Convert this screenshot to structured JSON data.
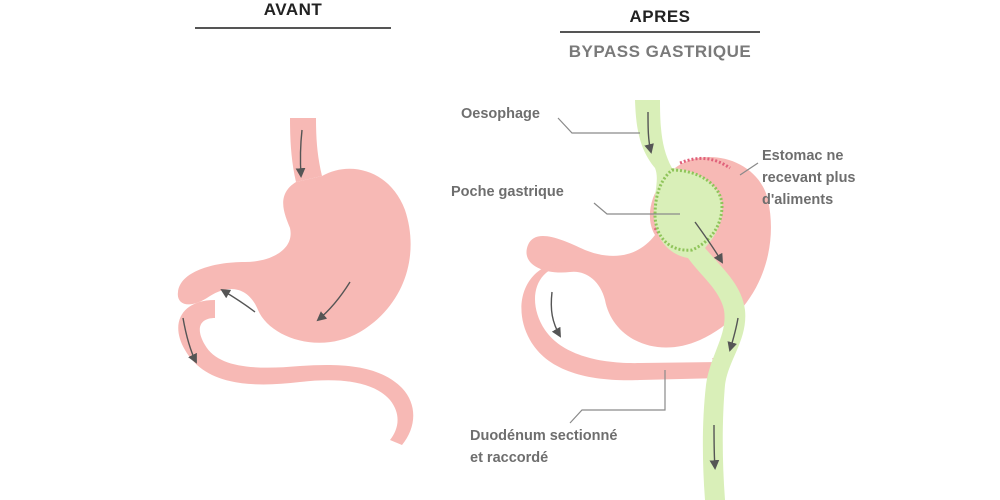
{
  "headings": {
    "before": "AVANT",
    "after": "APRES",
    "after_subtitle": "BYPASS GASTRIQUE"
  },
  "labels": {
    "oesophage": "Oesophage",
    "poche": "Poche gastrique",
    "estomac_line1": "Estomac ne",
    "estomac_line2": "recevant plus",
    "estomac_line3": "d'aliments",
    "duodenum_line1": "Duodénum sectionné",
    "duodenum_line2": "et raccordé"
  },
  "colors": {
    "stomach_pink": "#f7b9b5",
    "stomach_pink_light": "#fad2cf",
    "bypass_green": "#d9efb8",
    "bypass_green_dark": "#8fc45a",
    "suture_red": "#e0607a",
    "arrow": "#555555",
    "leader_line": "#8a8a8a"
  }
}
